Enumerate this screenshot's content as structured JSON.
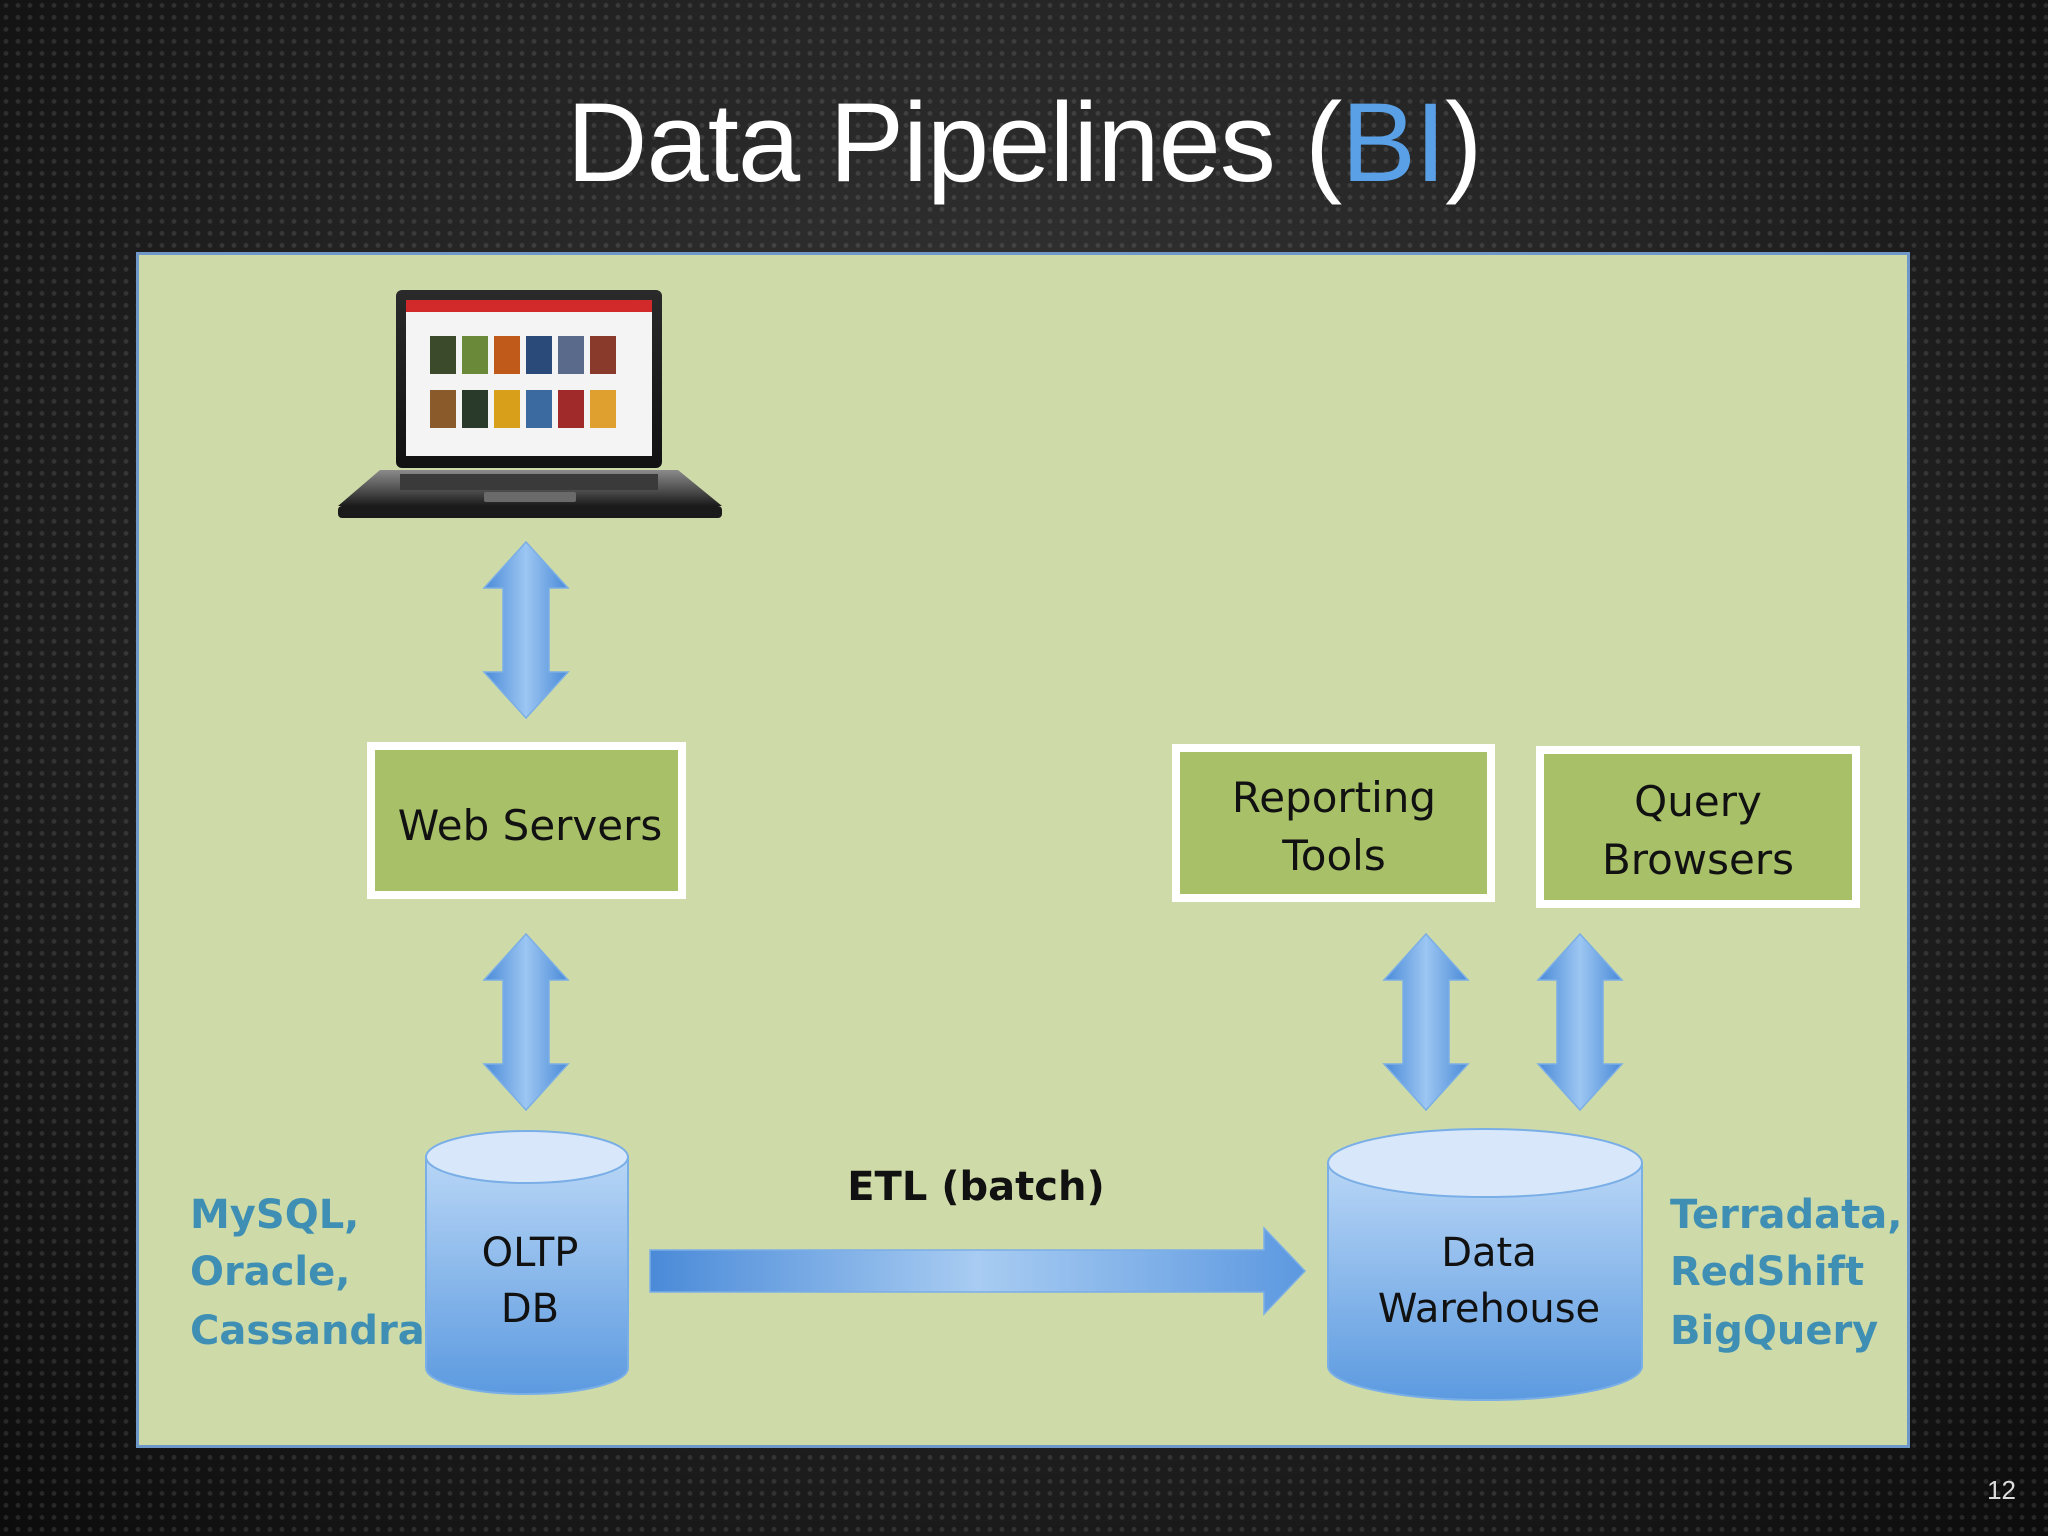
{
  "slide": {
    "title_main": "Data Pipelines (",
    "title_accent": "BI",
    "title_end": ")",
    "page_number": "12"
  },
  "diagram": {
    "client": {
      "icon": "laptop-icon"
    },
    "web_servers": {
      "label": "Web Servers"
    },
    "reporting_tools": {
      "line1": "Reporting",
      "line2": "Tools"
    },
    "query_browsers": {
      "line1": "Query",
      "line2": "Browsers"
    },
    "oltp_db": {
      "line1": "OLTP",
      "line2": "DB"
    },
    "data_warehouse": {
      "line1": "Data",
      "line2": "Warehouse"
    },
    "etl": {
      "label": "ETL (batch)"
    },
    "oltp_tech": [
      "MySQL,",
      "Oracle,",
      "Cassandra"
    ],
    "dw_tech": [
      "Terradata,",
      "RedShift",
      "BigQuery"
    ]
  },
  "colors": {
    "title_accent": "#5aa0e6",
    "panel_bg": "#cedba8",
    "box_fill": "#a8c068",
    "arrow_blue": "#5b9be0",
    "tech_text": "#3f8fb5"
  }
}
